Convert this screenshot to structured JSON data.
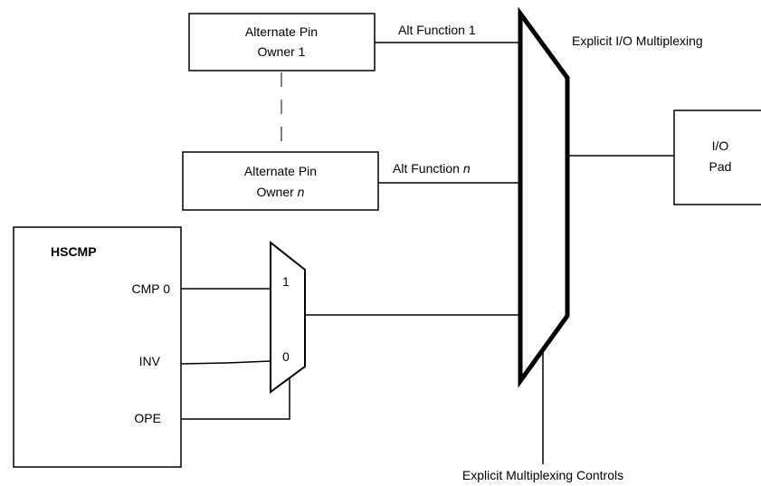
{
  "diagram": {
    "alt_owner_1": {
      "line1": "Alternate Pin",
      "line2": "Owner 1"
    },
    "alt_owner_n": {
      "line1": "Alternate Pin",
      "line2_prefix": "Owner ",
      "line2_var": "n"
    },
    "alt_function_1": "Alt Function 1",
    "alt_function_n": {
      "prefix": "Alt Function ",
      "var": "n"
    },
    "explicit_io_mux": "Explicit I/O Multiplexing",
    "io_pad": {
      "line1": "I/O",
      "line2": "Pad"
    },
    "hscmp": {
      "title": "HSCMP",
      "cmp0": "CMP 0",
      "inv": "INV",
      "ope": "OPE"
    },
    "small_mux": {
      "input_1": "1",
      "input_0": "0"
    },
    "explicit_mux_controls": "Explicit Multiplexing Controls"
  }
}
